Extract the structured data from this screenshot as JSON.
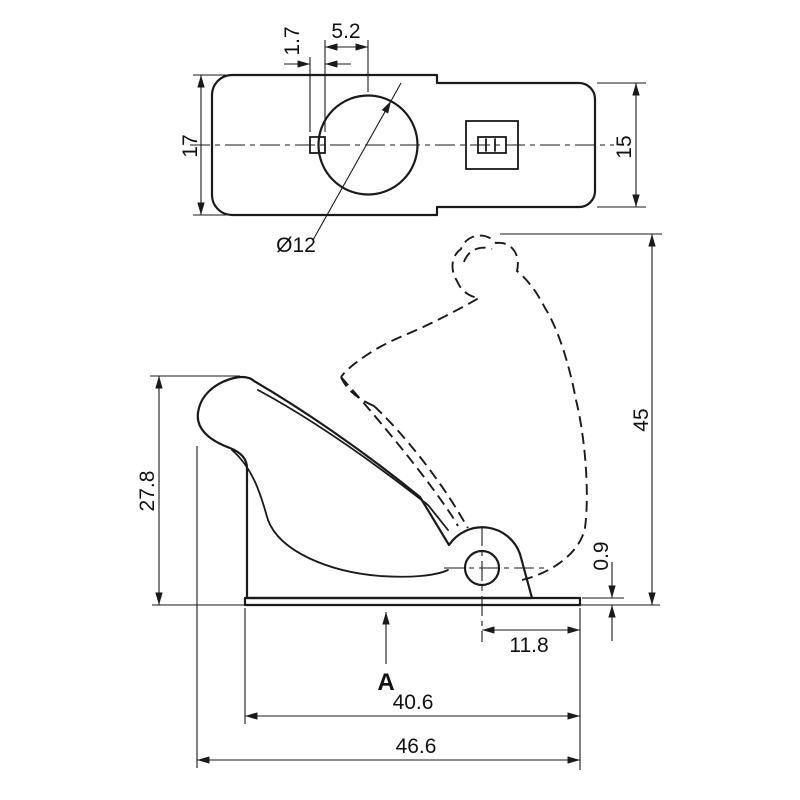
{
  "page": {
    "background": "#ffffff",
    "line_color": "#1a1a1a"
  },
  "top_view": {
    "dim_height_left": "17",
    "dim_height_right": "15",
    "dim_tab_width": "1.7",
    "dim_tab_offset": "5.2",
    "dim_hole_diameter": "Ø12"
  },
  "side_view": {
    "dim_closed_height": "27.8",
    "dim_open_height": "45",
    "dim_base_thickness": "0.9",
    "dim_pivot_offset": "11.8",
    "dim_base_length": "40.6",
    "dim_overall_length": "46.6",
    "section_label": "A"
  }
}
